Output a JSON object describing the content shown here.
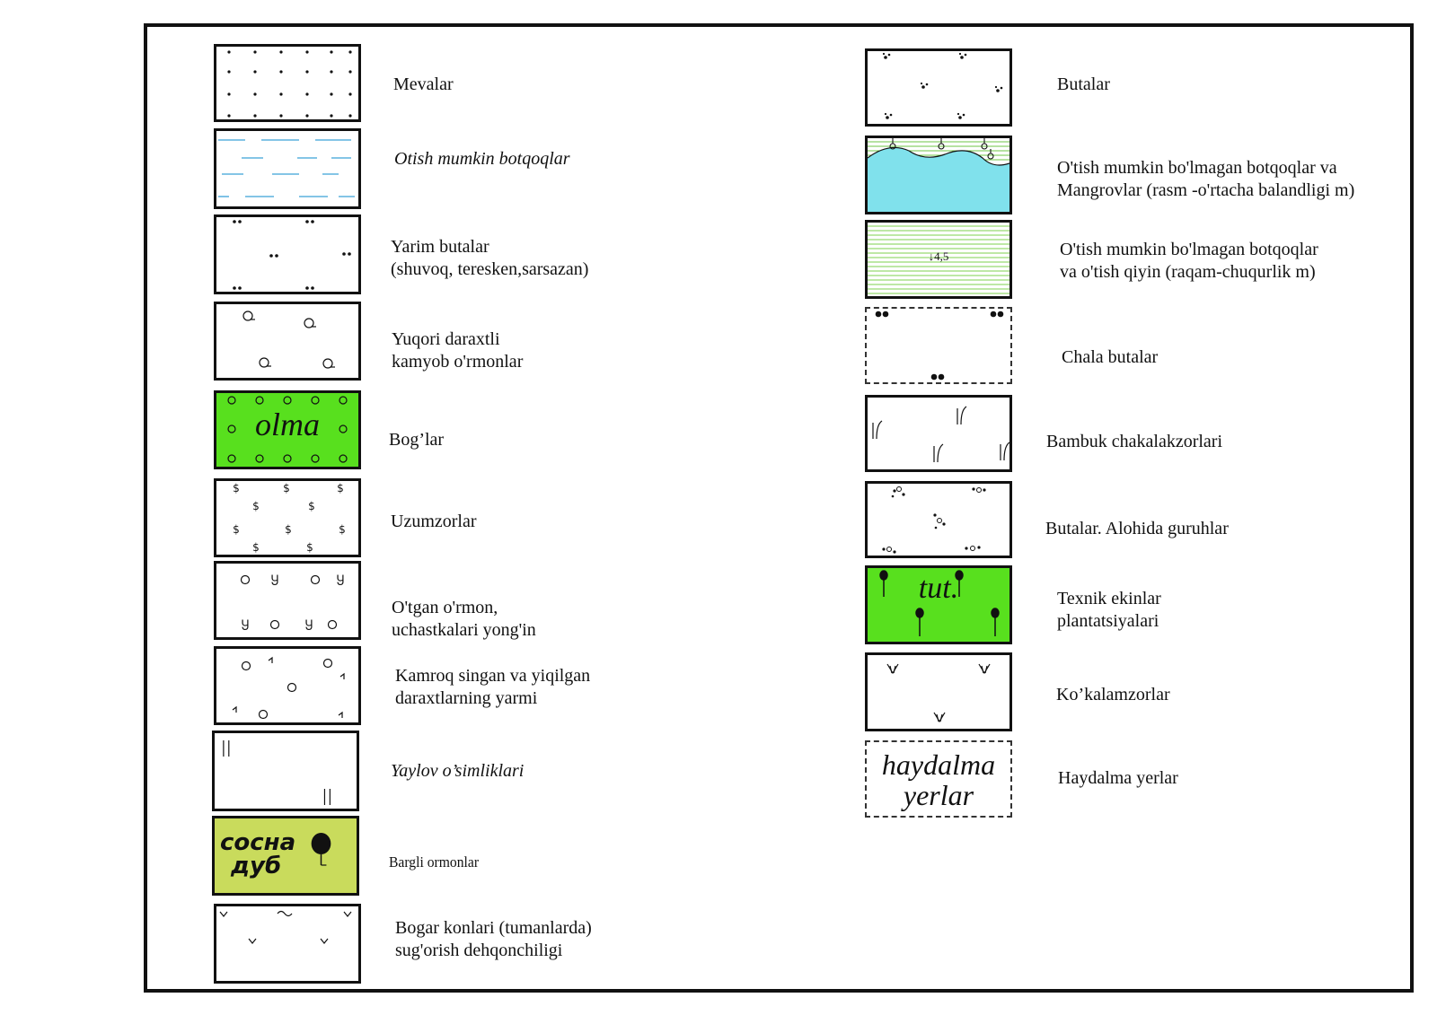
{
  "legend_left": [
    {
      "label": "Mevalar"
    },
    {
      "label": "Otish mumkin botqoqlar"
    },
    {
      "label": "Yarim butalar\n(shuvoq, teresken,sarsazan)"
    },
    {
      "label": "Yuqori daraxtli\nkamyob o'rmonlar"
    },
    {
      "label": "Bog’lar",
      "symbol_text": "olma",
      "fill": "#58e01e"
    },
    {
      "label": "Uzumzorlar"
    },
    {
      "label": "O'tgan o'rmon,\nuchastkalari yong'in"
    },
    {
      "label": "Kamroq singan va yiqilgan\ndaraxtlarning yarmi"
    },
    {
      "label": "Yaylov o’simliklari"
    },
    {
      "label": "Bargli ormonlar",
      "symbol_text_1": "сосна",
      "symbol_text_2": "дуб",
      "fill": "#c9db5c"
    },
    {
      "label": "Bogar konlari (tumanlarda)\nsug'orish dehqonchiligi"
    }
  ],
  "legend_right": [
    {
      "label": "Butalar"
    },
    {
      "label": "O'tish mumkin bo'lmagan botqoqlar va\n Mangrovlar (rasm -o'rtacha balandligi m)",
      "fill": "#80e1ec"
    },
    {
      "label": "O'tish mumkin bo'lmagan botqoqlar\nva o'tish qiyin (raqam-chuqurlik m)",
      "symbol_text": "↓4,5"
    },
    {
      "label": "Chala butalar"
    },
    {
      "label": "Bambuk chakalakzorlari"
    },
    {
      "label": "Butalar. Alohida guruhlar"
    },
    {
      "label": "Texnik ekinlar\nplantatsiyalari",
      "symbol_text": "tut.",
      "fill": "#58e01e"
    },
    {
      "label": "Ko’kalamzorlar"
    },
    {
      "label": "Haydalma yerlar",
      "symbol_text_1": "haydalma",
      "symbol_text_2": "yerlar"
    }
  ]
}
